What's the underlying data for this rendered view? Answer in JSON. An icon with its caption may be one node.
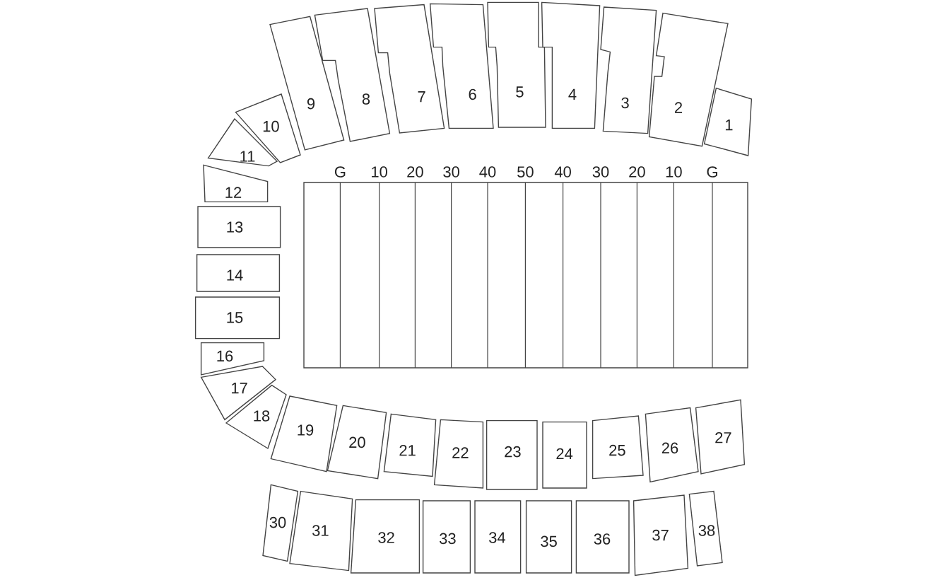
{
  "diagram": {
    "nodes": [
      {
        "text": [
          "1"
        ]
      },
      {
        "text": [
          "2"
        ]
      },
      {
        "text": [
          "3"
        ]
      },
      {
        "text": [
          "4"
        ]
      },
      {
        "text": [
          "5"
        ]
      },
      {
        "text": [
          "6"
        ]
      },
      {
        "text": [
          "7"
        ]
      },
      {
        "text": [
          "8"
        ]
      },
      {
        "text": [
          "9"
        ]
      },
      {
        "text": [
          "10"
        ]
      },
      {
        "text": [
          "11"
        ]
      },
      {
        "text": [
          "12"
        ]
      },
      {
        "text": [
          "13"
        ]
      },
      {
        "text": [
          "14"
        ]
      },
      {
        "text": [
          "15"
        ]
      },
      {
        "text": [
          "16"
        ]
      },
      {
        "text": [
          "17"
        ]
      },
      {
        "text": [
          "18"
        ]
      },
      {
        "text": [
          "19"
        ]
      },
      {
        "text": [
          "20"
        ]
      },
      {
        "text": [
          "21"
        ]
      },
      {
        "text": [
          "22"
        ]
      },
      {
        "text": [
          "23"
        ]
      },
      {
        "text": [
          "24"
        ]
      },
      {
        "text": [
          "25"
        ]
      },
      {
        "text": [
          "26"
        ]
      },
      {
        "text": [
          "27"
        ]
      },
      {
        "text": [
          "30"
        ]
      },
      {
        "text": [
          "31"
        ]
      },
      {
        "text": [
          "32"
        ]
      },
      {
        "text": [
          "33"
        ]
      },
      {
        "text": [
          "34"
        ]
      },
      {
        "text": [
          "35"
        ]
      },
      {
        "text": [
          "36"
        ]
      },
      {
        "text": [
          "37"
        ]
      },
      {
        "text": [
          "38"
        ]
      }
    ],
    "labels": [
      "G",
      "10",
      "20",
      "30",
      "40",
      "50",
      "40",
      "30",
      "20",
      "10",
      "G"
    ]
  }
}
